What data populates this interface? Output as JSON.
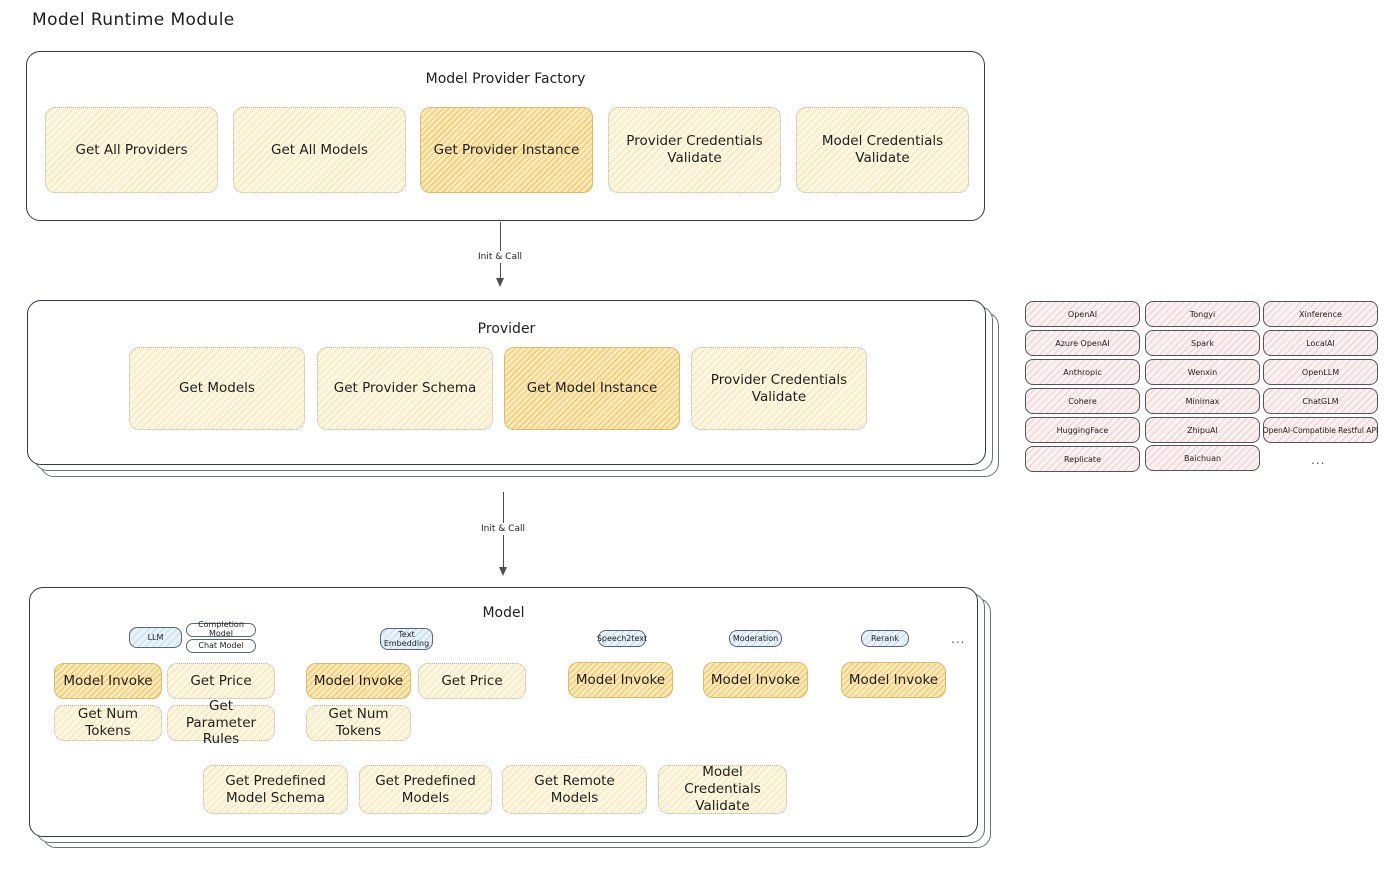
{
  "page": {
    "title": "Model Runtime Module"
  },
  "factory": {
    "title": "Model Provider Factory",
    "nodes": [
      {
        "label": "Get All Providers",
        "emphasis": "light"
      },
      {
        "label": "Get All Models",
        "emphasis": "light"
      },
      {
        "label": "Get Provider Instance",
        "emphasis": "strong"
      },
      {
        "label": "Provider Credentials Validate",
        "emphasis": "light"
      },
      {
        "label": "Model Credentials Validate",
        "emphasis": "light"
      }
    ]
  },
  "arrows": [
    {
      "label": "Init & Call"
    },
    {
      "label": "Init & Call"
    }
  ],
  "provider": {
    "title": "Provider",
    "nodes": [
      {
        "label": "Get Models",
        "emphasis": "light"
      },
      {
        "label": "Get Provider Schema",
        "emphasis": "light"
      },
      {
        "label": "Get Model Instance",
        "emphasis": "strong"
      },
      {
        "label": "Provider Credentials Validate",
        "emphasis": "light"
      }
    ]
  },
  "provider_list": {
    "columns": [
      [
        "OpenAI",
        "Azure OpenAI",
        "Anthropic",
        "Cohere",
        "HuggingFace",
        "Replicate"
      ],
      [
        "Tongyi",
        "Spark",
        "Wenxin",
        "Minimax",
        "ZhipuAI",
        "Baichuan"
      ],
      [
        "Xinference",
        "LocalAI",
        "OpenLLM",
        "ChatGLM",
        "OpenAI-Compatible Restful API"
      ]
    ],
    "more": "..."
  },
  "model": {
    "title": "Model",
    "more": "...",
    "types": [
      {
        "name": "LLM",
        "tags": [
          "Completion Model",
          "Chat Model"
        ],
        "nodes_row1": [
          {
            "label": "Model Invoke",
            "emphasis": "strong"
          },
          {
            "label": "Get Price",
            "emphasis": "light"
          }
        ],
        "nodes_row2": [
          {
            "label": "Get Num Tokens",
            "emphasis": "light"
          },
          {
            "label": "Get Parameter Rules",
            "emphasis": "light"
          }
        ]
      },
      {
        "name": "Text Embedding",
        "tags": [],
        "nodes_row1": [
          {
            "label": "Model Invoke",
            "emphasis": "strong"
          },
          {
            "label": "Get Price",
            "emphasis": "light"
          }
        ],
        "nodes_row2": [
          {
            "label": "Get Num Tokens",
            "emphasis": "light"
          }
        ]
      },
      {
        "name": "Speech2text",
        "tags": [],
        "nodes_row1": [
          {
            "label": "Model Invoke",
            "emphasis": "strong"
          }
        ],
        "nodes_row2": []
      },
      {
        "name": "Moderation",
        "tags": [],
        "nodes_row1": [
          {
            "label": "Model Invoke",
            "emphasis": "strong"
          }
        ],
        "nodes_row2": []
      },
      {
        "name": "Rerank",
        "tags": [],
        "nodes_row1": [
          {
            "label": "Model Invoke",
            "emphasis": "strong"
          }
        ],
        "nodes_row2": []
      }
    ],
    "common_nodes": [
      {
        "label": "Get Predefined Model Schema",
        "emphasis": "light"
      },
      {
        "label": "Get Predefined Models",
        "emphasis": "light"
      },
      {
        "label": "Get Remote Models",
        "emphasis": "light"
      },
      {
        "label": "Model Credentials Validate",
        "emphasis": "light"
      }
    ]
  },
  "colors": {
    "panel_border": "#343a40",
    "node_light_fill": "#fdf6e3",
    "node_strong_fill": "#fbe9bb",
    "chip_blue_fill": "#e8f2fb",
    "chip_pink_fill": "#fdf1f1",
    "text": "#1e1e1e"
  }
}
